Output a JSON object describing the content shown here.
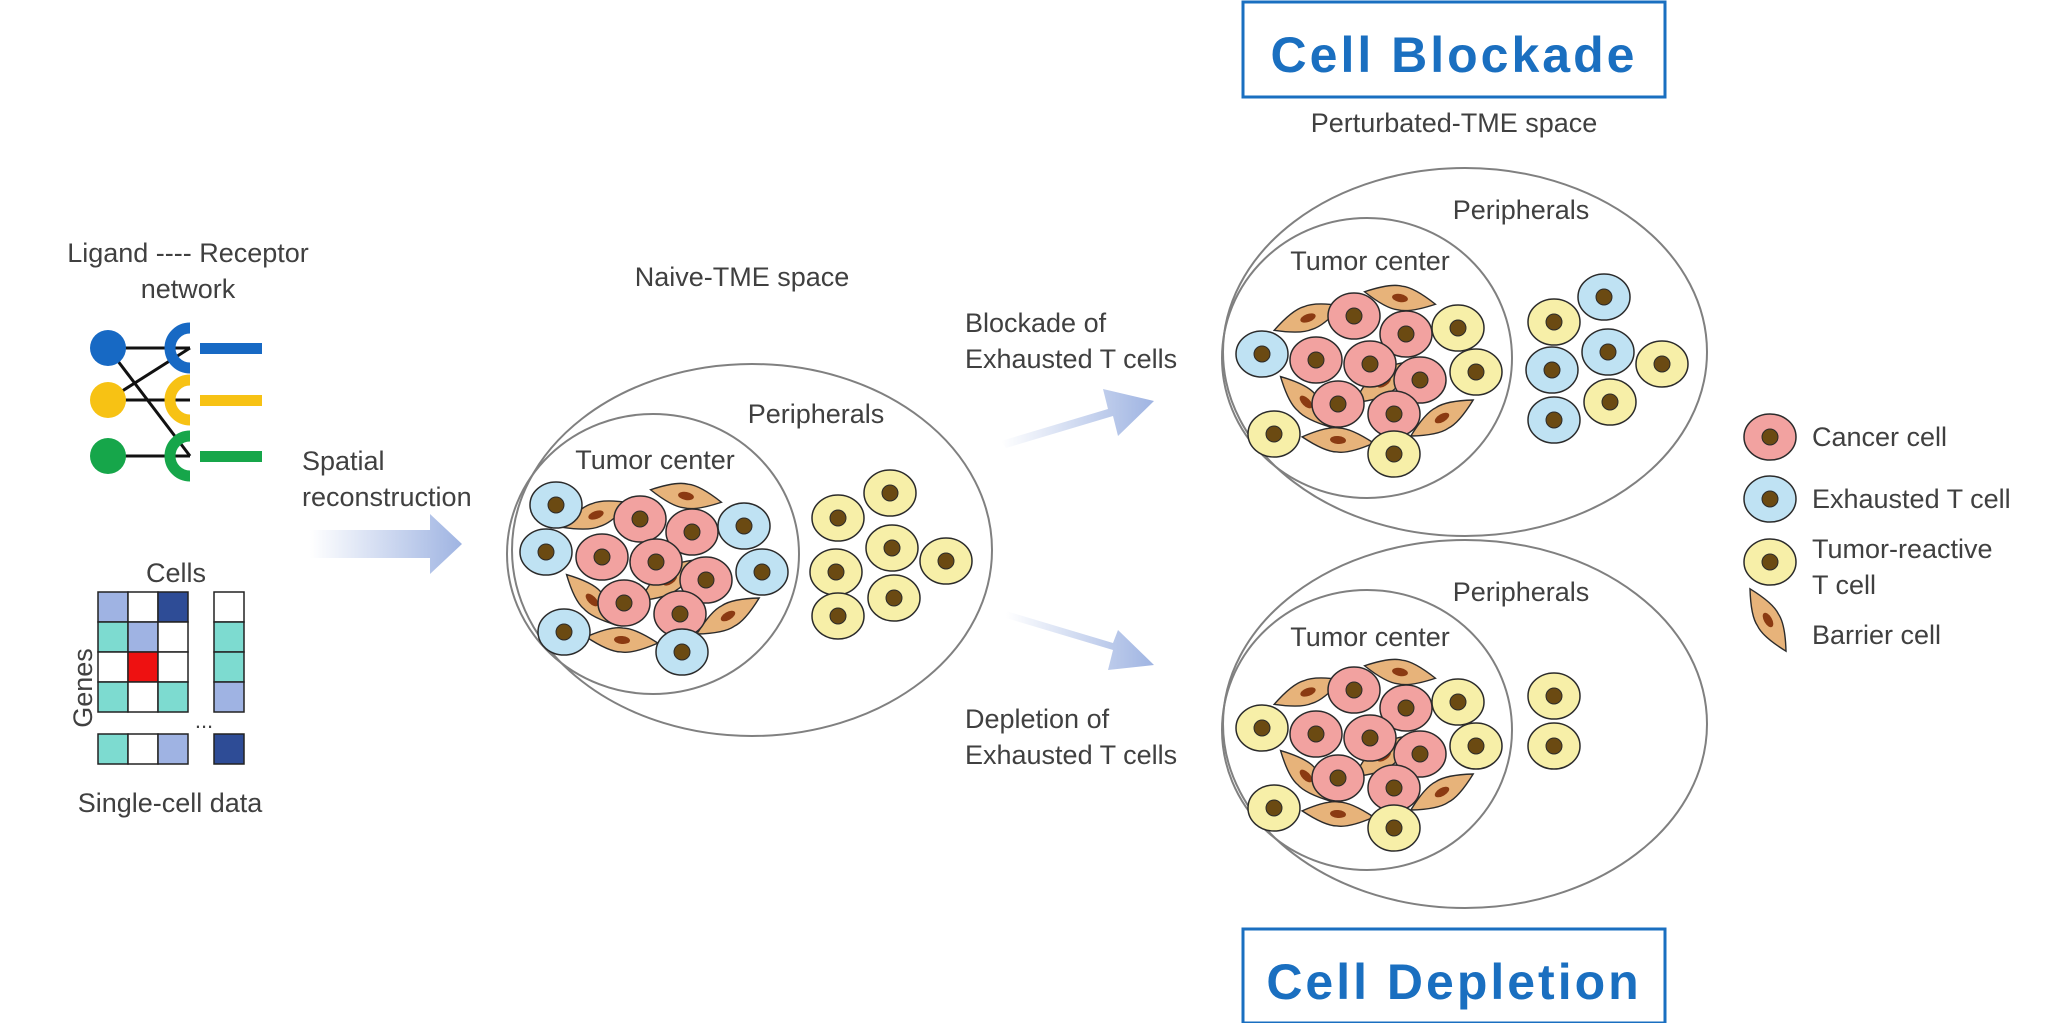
{
  "colors": {
    "cancer": "#f2a2a0",
    "exhausted": "#bfe2f3",
    "reactive": "#f7efa8",
    "barrier": "#e7b37a",
    "nucleus": "#6b4a12",
    "title_blue": "#1a6fc0",
    "ring": "#808080",
    "lr_blue": "#1769c4",
    "lr_yellow": "#f7c214",
    "lr_green": "#16a64a",
    "arrow": "#9fb4e2"
  },
  "left_panel": {
    "lr_title_line1": "Ligand ---- Receptor",
    "lr_title_line2": "network",
    "cells_label": "Cells",
    "genes_label": "Genes",
    "ellipsis": "...",
    "single_cell_label": "Single-cell data",
    "spatial_line1": "Spatial",
    "spatial_line2": "reconstruction"
  },
  "naive": {
    "title": "Naive-TME space",
    "peripherals": "Peripherals",
    "tumor_center": "Tumor center"
  },
  "arrows": {
    "blockade_line1": "Blockade of",
    "blockade_line2": "Exhausted T cells",
    "depletion_line1": "Depletion of",
    "depletion_line2": "Exhausted T cells"
  },
  "blockade_panel": {
    "box_title": "Cell Blockade",
    "space_title": "Perturbated-TME space",
    "peripherals": "Peripherals",
    "tumor_center": "Tumor center"
  },
  "depletion_panel": {
    "box_title": "Cell Depletion",
    "peripherals": "Peripherals",
    "tumor_center": "Tumor center"
  },
  "legend": {
    "cancer": "Cancer cell",
    "exhausted": "Exhausted T cell",
    "reactive_line1": "Tumor-reactive",
    "reactive_line2": "T cell",
    "barrier": "Barrier cell"
  }
}
